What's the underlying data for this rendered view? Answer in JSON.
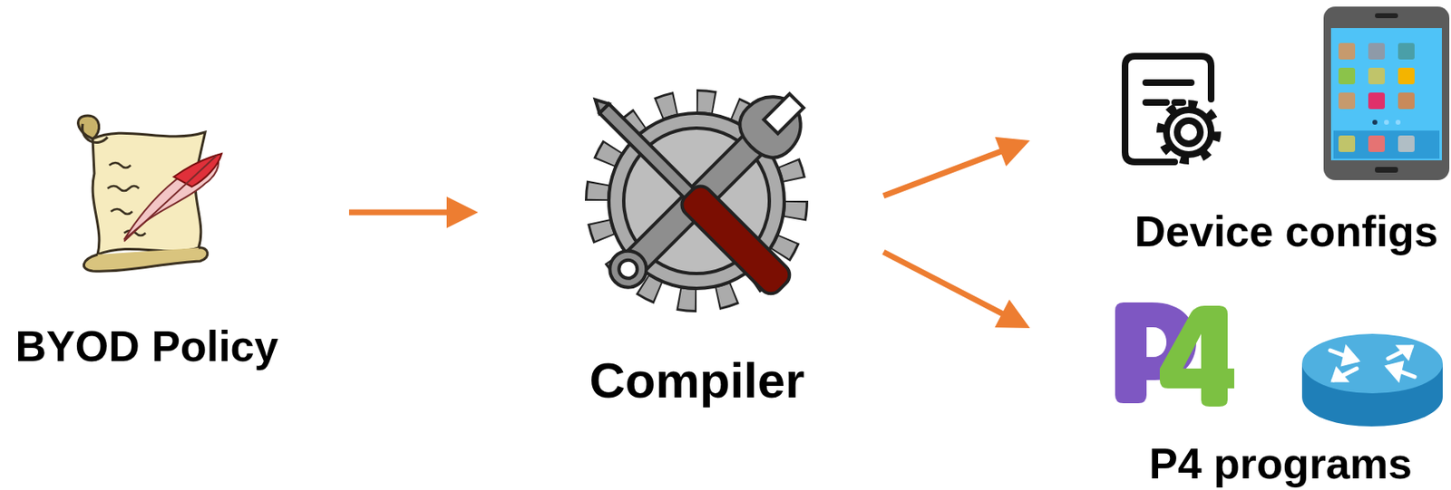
{
  "diagram": {
    "nodes": [
      {
        "text": [
          "BYOD Policy"
        ]
      },
      {
        "text": [
          "Compiler"
        ]
      },
      {
        "text": [
          "Device configs"
        ]
      },
      {
        "text": [
          "P4 programs"
        ]
      }
    ],
    "edges": [
      {
        "from": 0,
        "to": 1,
        "arrow": "to"
      },
      {
        "from": 1,
        "to": 2,
        "arrow": "to"
      },
      {
        "from": 1,
        "to": 3,
        "arrow": "to"
      }
    ]
  }
}
